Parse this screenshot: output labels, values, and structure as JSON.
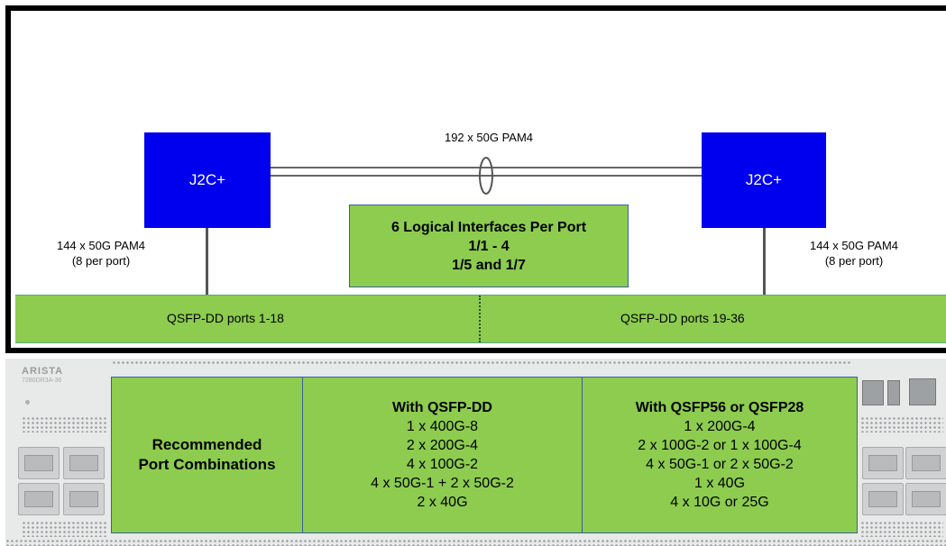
{
  "diagram": {
    "chip_left": "J2C+",
    "chip_right": "J2C+",
    "link_label": "192 x 50G PAM4",
    "left_lanes": {
      "line1": "144 x 50G PAM4",
      "line2": "(8 per port)"
    },
    "right_lanes": {
      "line1": "144 x 50G PAM4",
      "line2": "(8 per port)"
    },
    "logical": {
      "line1": "6 Logical Interfaces Per Port",
      "line2": "1/1 - 4",
      "line3": "1/5 and 1/7"
    },
    "ports_left": "QSFP-DD ports 1-18",
    "ports_right": "QSFP-DD ports 19-36"
  },
  "faceplate": {
    "brand": "ARISTA",
    "model": "7280DR3A-36"
  },
  "table": {
    "row_label": [
      "Recommended",
      "Port Combinations"
    ],
    "col_qsfpdd": {
      "header": "With QSFP-DD",
      "rows": [
        "1 x 400G-8",
        "2 x 200G-4",
        "4 x 100G-2",
        "4 x 50G-1 + 2 x 50G-2",
        "2 x 40G"
      ]
    },
    "col_qsfp56": {
      "header": "With QSFP56 or QSFP28",
      "rows": [
        "1 x 200G-4",
        "2 x 100G-2 or 1 x 100G-4",
        "4 x 50G-1 or 2 x 50G-2",
        "1 x 40G",
        "4 x 10G or 25G"
      ]
    }
  },
  "colors": {
    "chip": "#0000ee",
    "green": "#8dcc4f",
    "frame": "#000000"
  }
}
